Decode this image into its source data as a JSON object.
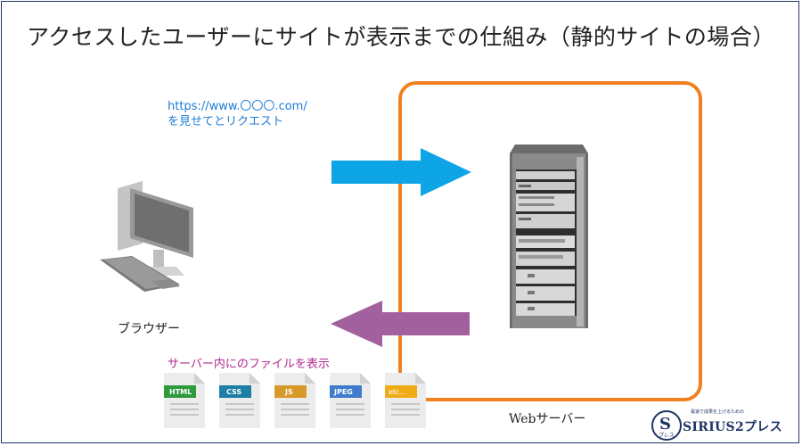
{
  "title": "アクセスしたユーザーにサイトが表示までの仕組み（静的サイトの場合）",
  "request": {
    "url": "https://www.〇〇〇.com/",
    "text": "を見せてとリクエスト"
  },
  "client_label": "ブラウザー",
  "server_label": "Webサーバー",
  "display_text": "サーバー内にのファイルを表示",
  "files": [
    {
      "label": "HTML",
      "color": "#2e9a3c"
    },
    {
      "label": "CSS",
      "color": "#1d7fa6"
    },
    {
      "label": "JS",
      "color": "#d7992a"
    },
    {
      "label": "JPEG",
      "color": "#3f7ccc"
    },
    {
      "label": "etc...",
      "color": "#f0ac18"
    }
  ],
  "arrows": {
    "request_color": "#0ea5e6",
    "response_color": "#a3609e"
  },
  "colors": {
    "server_box": "#f08020",
    "frame": "#1f3566"
  },
  "logo": {
    "letter": "S",
    "sub": "プレス",
    "tagline": "最速で成果を上げるための",
    "name": "SIRIUS2プレス"
  }
}
